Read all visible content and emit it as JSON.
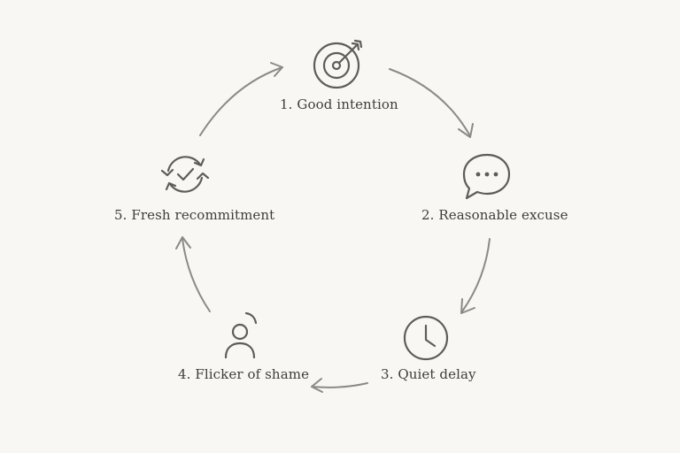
{
  "diagram": {
    "steps": [
      {
        "label": "1. Good intention",
        "icon": "target-arrow-icon"
      },
      {
        "label": "2. Reasonable excuse",
        "icon": "chat-bubble-icon"
      },
      {
        "label": "3. Quiet delay",
        "icon": "clock-icon"
      },
      {
        "label": "4. Flicker of shame",
        "icon": "person-icon"
      },
      {
        "label": "5. Fresh recommitment",
        "icon": "refresh-check-icon"
      }
    ],
    "colors": {
      "background": "#f9f7f3",
      "icon": "#5f5d59",
      "arrow": "#8c8a86",
      "text": "#3d3d3d"
    }
  }
}
